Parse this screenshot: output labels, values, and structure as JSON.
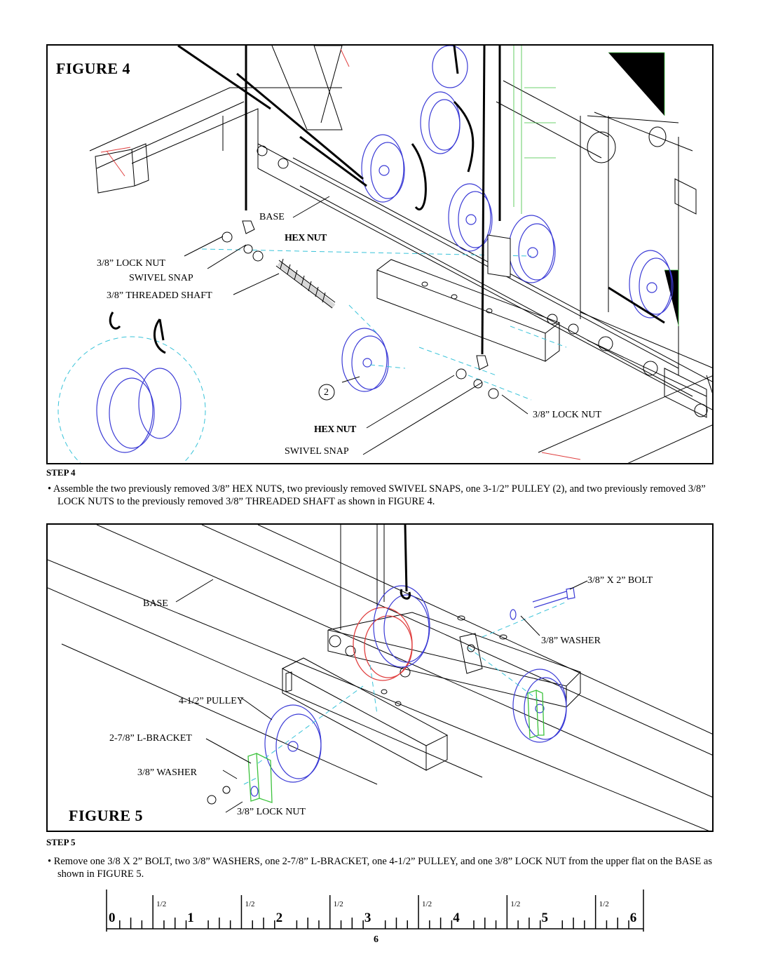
{
  "figure4": {
    "title": "FIGURE 4",
    "labels": {
      "base": "BASE",
      "hex_nut_top": "HEX NUT",
      "lock_nut_left": "3/8” LOCK NUT",
      "swivel_snap_left": "SWIVEL SNAP",
      "threaded_shaft": "3/8” THREADED SHAFT",
      "callout_number": "2",
      "lock_nut_right": "3/8” LOCK NUT",
      "hex_nut_bottom": "HEX NUT",
      "swivel_snap_bottom": "SWIVEL SNAP"
    }
  },
  "step4": {
    "heading": "STEP 4",
    "text": "Assemble the two previously removed 3/8” HEX NUTS, two previously removed SWIVEL SNAPS, one 3-1/2” PULLEY (2), and two previously removed 3/8” LOCK NUTS to the previously removed 3/8” THREADED SHAFT as shown in FIGURE 4."
  },
  "figure5": {
    "title": "FIGURE 5",
    "labels": {
      "bolt": "3/8” X 2” BOLT",
      "base": "BASE",
      "washer_right": "3/8” WASHER",
      "pulley": "4-1/2” PULLEY",
      "bracket": "2-7/8” L-BRACKET",
      "washer_left": "3/8” WASHER",
      "lock_nut": "3/8” LOCK  NUT"
    }
  },
  "step5": {
    "heading": "STEP 5",
    "text": "Remove one 3/8 X 2” BOLT, two 3/8” WASHERS, one 2-7/8” L-BRACKET, one 4-1/2” PULLEY, and one 3/8” LOCK NUT  from the upper flat on the BASE as shown in FIGURE 5."
  },
  "ruler": {
    "numbers": [
      "0",
      "1",
      "2",
      "3",
      "4",
      "5",
      "6"
    ],
    "half_marks": [
      "1/2",
      "1/2",
      "1/2",
      "1/2",
      "1/2",
      "1/2"
    ]
  },
  "page_number": "6",
  "colors": {
    "line": "#000000",
    "pulley": "#3b3bd6",
    "hidden_line": "#39c3d9",
    "highlight_red": "#e04040",
    "highlight_green": "#3cc23c"
  }
}
